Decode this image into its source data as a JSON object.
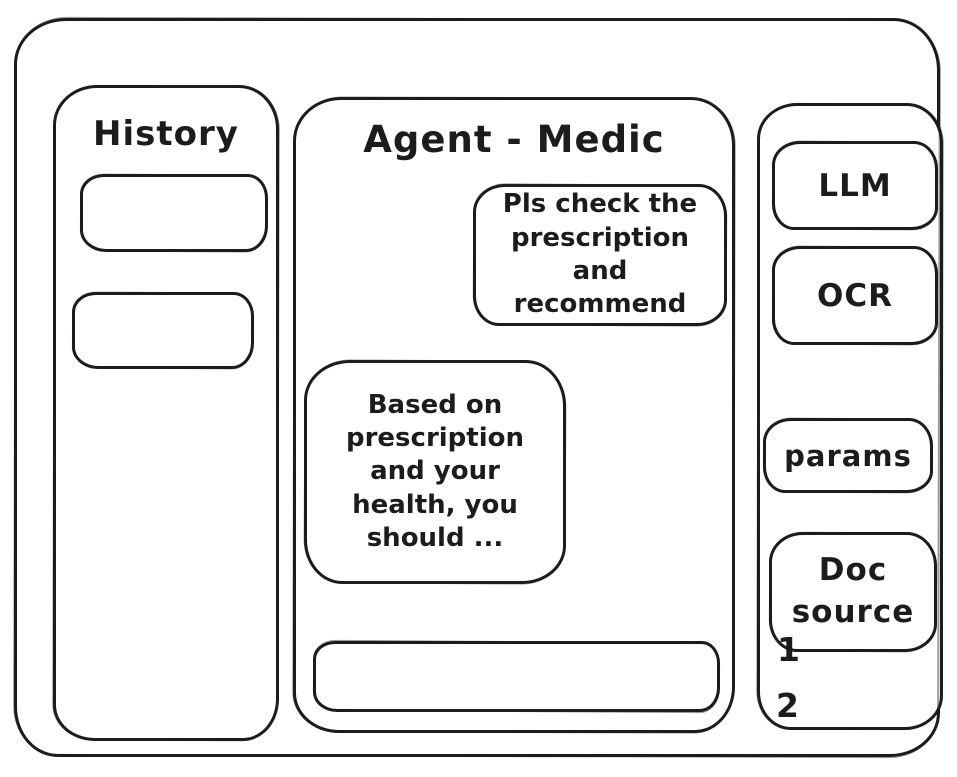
{
  "colors": {
    "ink": "#1c1c1c",
    "background": "#ffffff"
  },
  "history_panel": {
    "title": "History",
    "items": [
      {
        "label": ""
      },
      {
        "label": ""
      }
    ]
  },
  "chat_panel": {
    "title": "Agent - Medic",
    "messages": [
      {
        "role": "user",
        "text": "Pls check the prescription and recommend"
      },
      {
        "role": "assistant",
        "text": "Based on prescription and your health, you should ..."
      }
    ],
    "input": {
      "value": "",
      "placeholder": ""
    }
  },
  "tools_panel": {
    "buttons": [
      {
        "label": "LLM"
      },
      {
        "label": "OCR"
      },
      {
        "label": "params"
      },
      {
        "label": "Doc source"
      }
    ],
    "doc_source_list": [
      {
        "label": "1"
      },
      {
        "label": "2"
      }
    ]
  }
}
